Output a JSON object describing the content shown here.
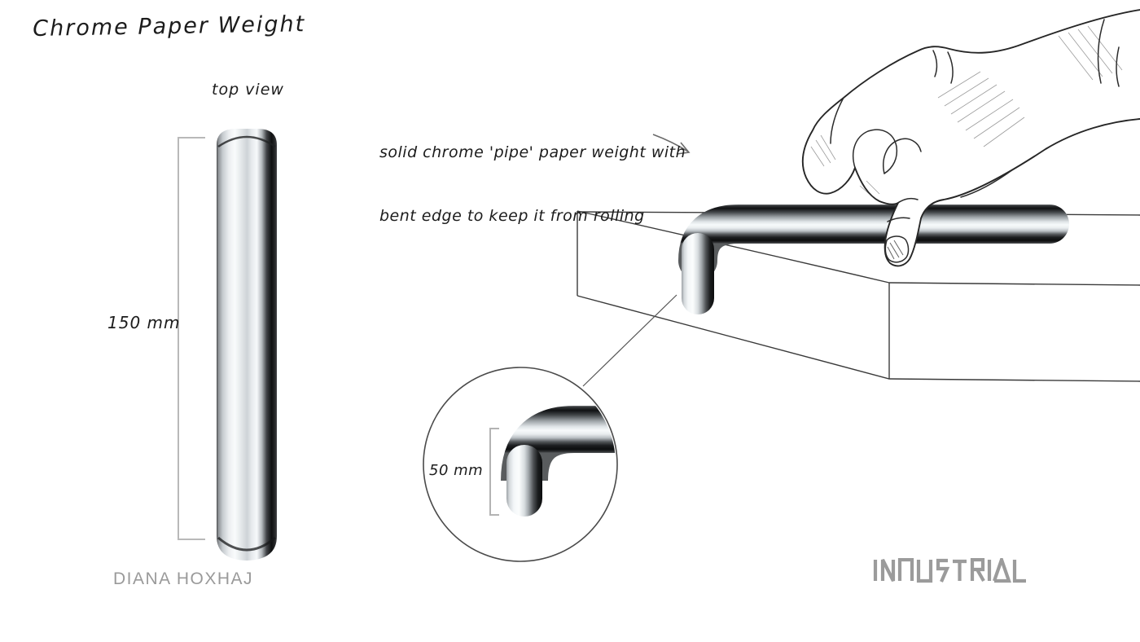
{
  "title": "Chrome Paper Weight",
  "top_view": {
    "label": "top view",
    "dimension_label": "150 mm"
  },
  "annotation": {
    "line1": "solid chrome 'pipe' paper weight with",
    "line2": "bent edge to keep it from rolling"
  },
  "detail_view": {
    "dimension_label": "50 mm"
  },
  "footer": {
    "designer": "DIANA HOXHAJ",
    "logo_text": "INDUSTRIAL"
  },
  "colors": {
    "background": "#ffffff",
    "ink": "#1c1c1c",
    "sketch_line": "#3a3a3a",
    "muted_gray": "#9a9a9a",
    "bracket_gray": "#b9b9b9",
    "chrome_highlight": "#f7fafb",
    "chrome_shadow": "#0c0d0e"
  }
}
